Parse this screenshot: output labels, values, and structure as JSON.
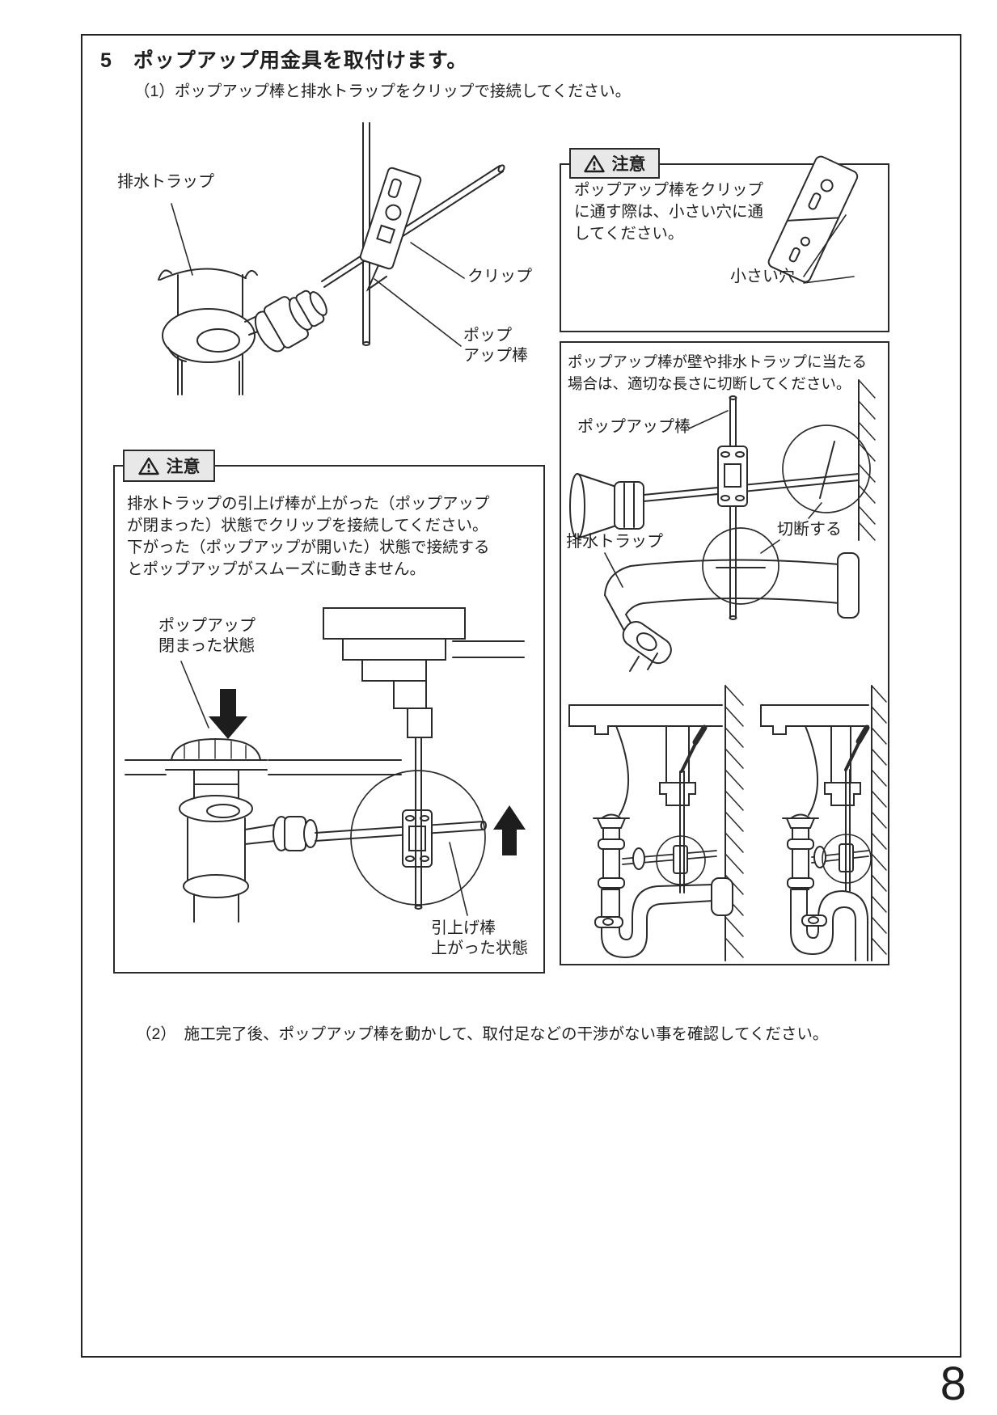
{
  "page": {
    "number": "8"
  },
  "header": {
    "title": "5　ポップアップ用金具を取付けます。",
    "step1": "（1）ポップアップ棒と排水トラップをクリップで接続してください。"
  },
  "footer": {
    "step2": "（2）　施工完了後、ポップアップ棒を動かして、取付足などの干渉がない事を確認してください。"
  },
  "top_left_diagram": {
    "label_trap": "排水トラップ",
    "label_clip": "クリップ",
    "label_popup_rod": "ポップ\nアップ棒"
  },
  "caution_small_hole": {
    "badge": "注意",
    "body": "ポップアップ棒をクリップ\nに通す際は、小さい穴に通\nしてください。",
    "label_small_hole": "小さい穴"
  },
  "cut_box": {
    "intro": "ポップアップ棒が壁や排水トラップに当たる\n場合は、適切な長さに切断してください。",
    "label_popup_rod": "ポップアップ棒",
    "label_cut": "切断する",
    "label_trap": "排水トラップ"
  },
  "caution_closed": {
    "badge": "注意",
    "body": "排水トラップの引上げ棒が上がった（ポップアップ\nが閉まった）状態でクリップを接続してください。\n下がった（ポップアップが開いた）状態で接続する\nとポップアップがスムーズに動きません。",
    "label_closed": "ポップアップ\n閉まった状態",
    "label_lifted": "引上げ棒\n上がった状態"
  },
  "colors": {
    "ink": "#2b2b2b",
    "badge_bg": "#e8e8e8"
  }
}
